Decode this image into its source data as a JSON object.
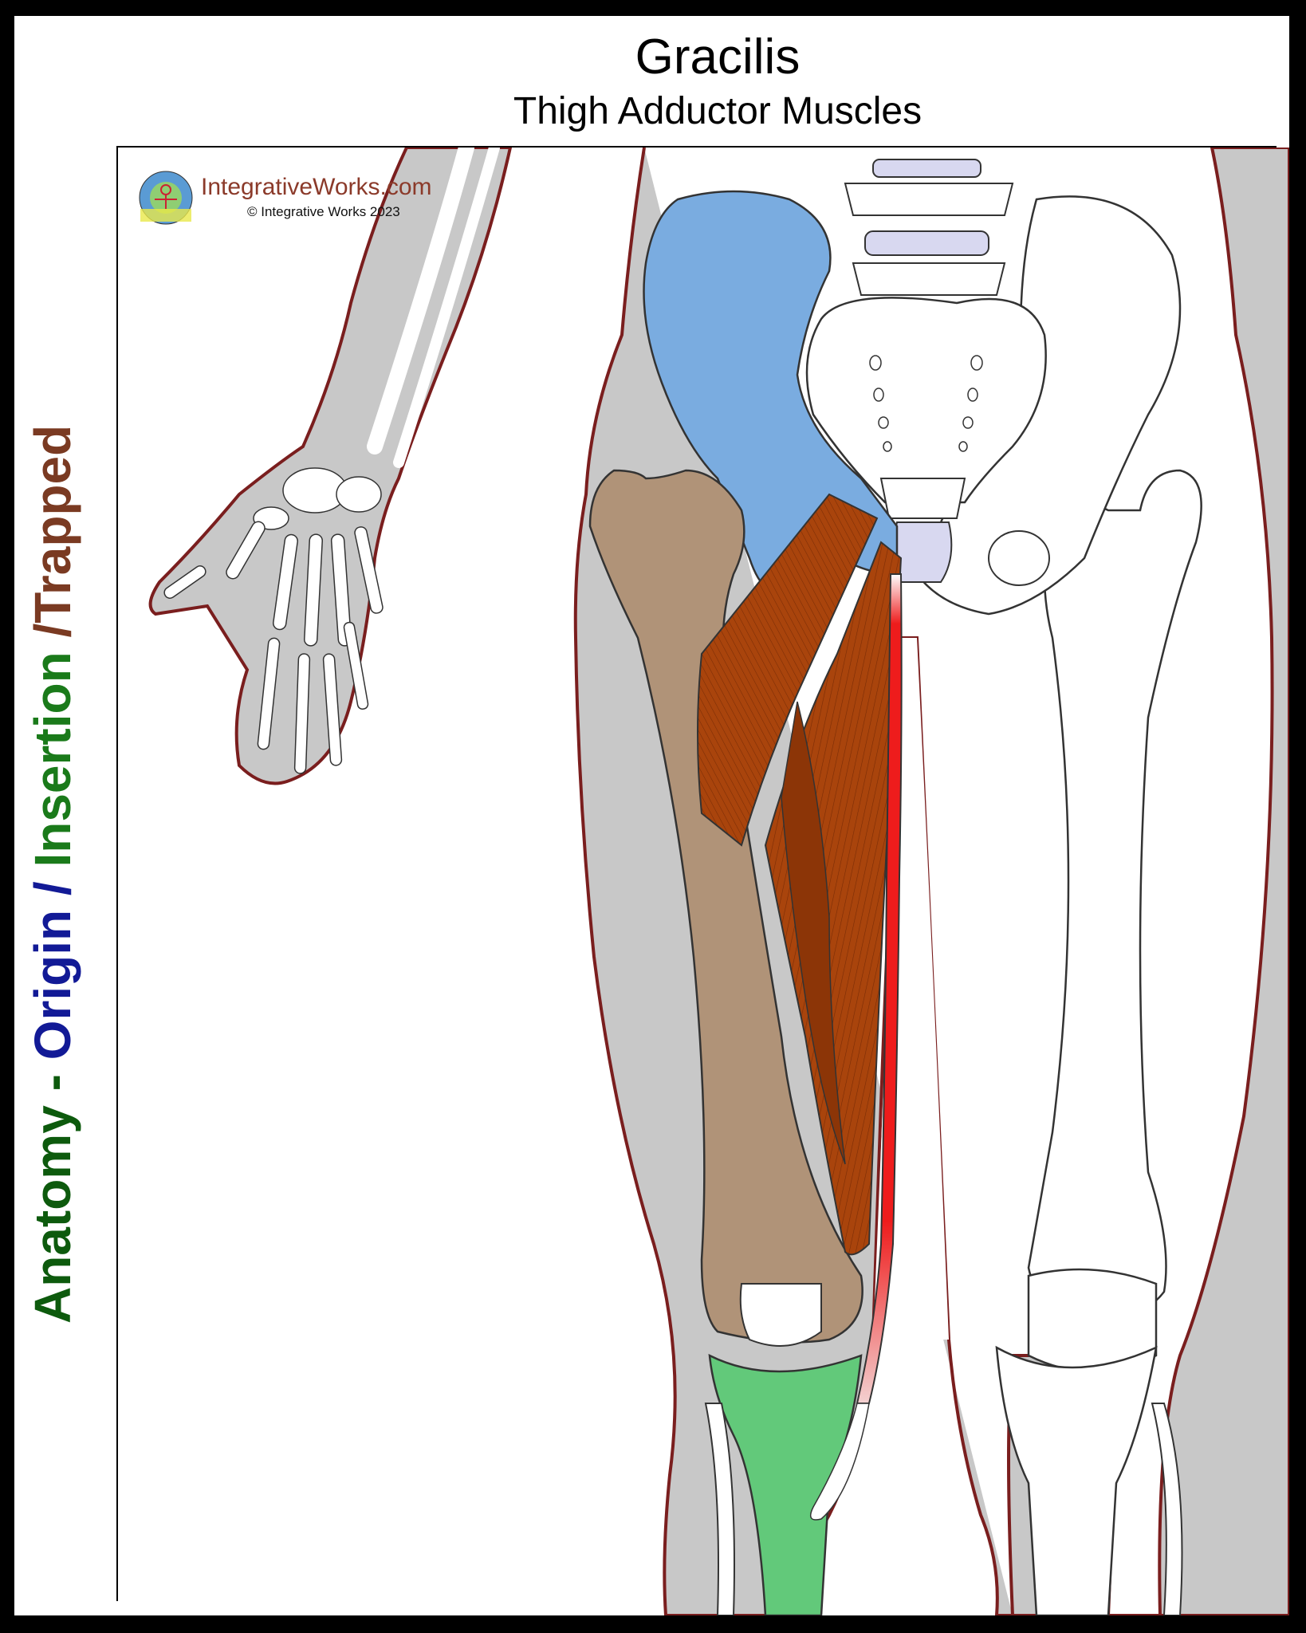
{
  "title": "Gracilis",
  "subtitle": "Thigh Adductor Muscles",
  "side_label": {
    "anatomy": "Anatomy - ",
    "origin": "Origin",
    "sep1": " / ",
    "insertion": "Insertion",
    "sep2": " /",
    "trapped": "Trapped"
  },
  "brand": {
    "name": "IntegrativeWorks.com",
    "copyright": "© Integrative Works 2023"
  },
  "colors": {
    "origin_bone": "#7aace0",
    "insertion_bone": "#62c97a",
    "femur": "#b09378",
    "muscle": "#a9440c",
    "gracilis": "#ee1c1c",
    "skin": "#c8c8c8",
    "outline": "#7a1e1e"
  }
}
